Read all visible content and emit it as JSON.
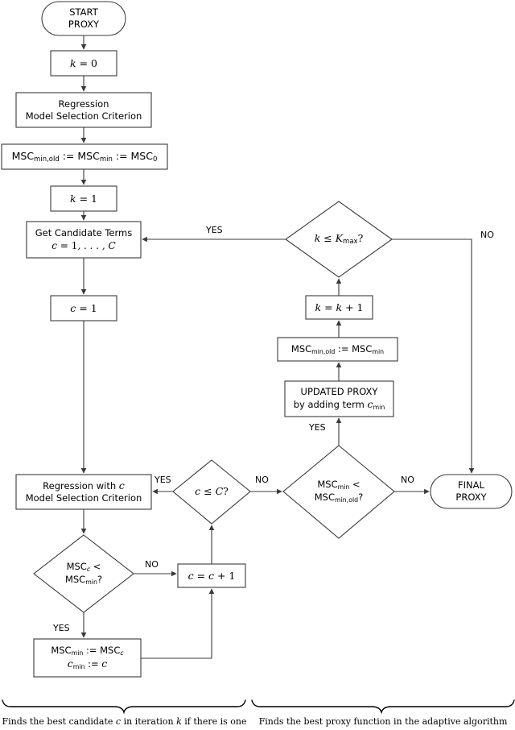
{
  "diagram": {
    "title": "Adaptive proxy function algorithm flowchart",
    "stroke_color": "#3a3a3a",
    "text_color": "#000000",
    "background": "#ffffff"
  },
  "nodes": {
    "start_proxy": {
      "line1": "START",
      "line2": "PROXY",
      "shape": "rounded"
    },
    "k_zero": {
      "line1": "k = 0",
      "shape": "rect"
    },
    "regression_initial": {
      "line1": "Regression",
      "line2": "Model Selection Criterion",
      "shape": "rect"
    },
    "msc_init": {
      "line1": "MSCmin,old := MSCmin := MSC0",
      "shape": "rect"
    },
    "k_one": {
      "line1": "k = 1",
      "shape": "rect"
    },
    "get_candidate_terms": {
      "line1": "Get Candidate Terms",
      "line2": "c = 1, . . . , C",
      "shape": "rect"
    },
    "c_one": {
      "line1": "c = 1",
      "shape": "rect"
    },
    "regression_with_c": {
      "line1": "Regression with c",
      "line2": "Model Selection Criterion",
      "shape": "rect"
    },
    "msc_c_decision": {
      "line1": "MSCc <",
      "line2": "MSCmin?",
      "shape": "diamond"
    },
    "c_increment": {
      "line1": "c = c + 1",
      "shape": "rect"
    },
    "msc_update": {
      "line1": "MSCmin := MSCc",
      "line2": "cmin := c",
      "shape": "rect"
    },
    "c_le_C_decision": {
      "line1": "c ≤ C?",
      "shape": "diamond"
    },
    "msc_min_decision": {
      "line1": "MSCmin <",
      "line2": "MSCmin,old?",
      "shape": "diamond"
    },
    "updated_proxy": {
      "line1": "UPDATED PROXY",
      "line2": "by adding term cmin",
      "shape": "rect"
    },
    "msc_carry": {
      "line1": "MSCmin,old := MSCmin",
      "shape": "rect"
    },
    "k_increment": {
      "line1": "k = k + 1",
      "shape": "rect"
    },
    "k_le_kmax_decision": {
      "line1": "k ≤ Kmax?",
      "shape": "diamond"
    },
    "final_proxy": {
      "line1": "FINAL",
      "line2": "PROXY",
      "shape": "rounded"
    }
  },
  "edge_labels": {
    "yes_kmax_to_candidates": "YES",
    "no_kmax_to_final": "NO",
    "yes_cleC_to_regression": "YES",
    "no_cleC_to_mscmin": "NO",
    "no_mscmin_to_final": "NO",
    "yes_mscmin_to_updated": "YES",
    "no_mscc_to_increment": "NO",
    "yes_mscc_to_update": "YES"
  },
  "captions": {
    "left": "Finds the best candidate c in iteration k if there is one",
    "right": "Finds the best proxy function in the adaptive algorithm"
  }
}
